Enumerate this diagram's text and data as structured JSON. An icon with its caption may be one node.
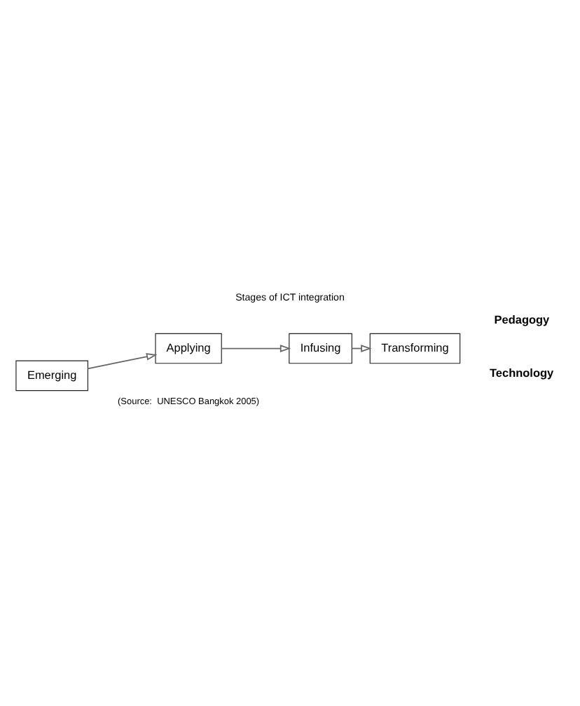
{
  "diagram": {
    "title": "Stages of ICT integration",
    "caption": "(Source:  UNESCO Bangkok 2005)",
    "nodes": [
      {
        "text": [
          "Emerging"
        ]
      },
      {
        "text": [
          "Applying"
        ]
      },
      {
        "text": [
          "Infusing"
        ]
      },
      {
        "text": [
          "Transforming"
        ]
      }
    ],
    "edges": [
      {
        "from": 0,
        "to": 1,
        "arrow": "to"
      },
      {
        "from": 1,
        "to": 2,
        "arrow": "to"
      },
      {
        "from": 2,
        "to": 3,
        "arrow": "to"
      }
    ],
    "labels": [
      "Pedagogy",
      "Technology"
    ]
  }
}
